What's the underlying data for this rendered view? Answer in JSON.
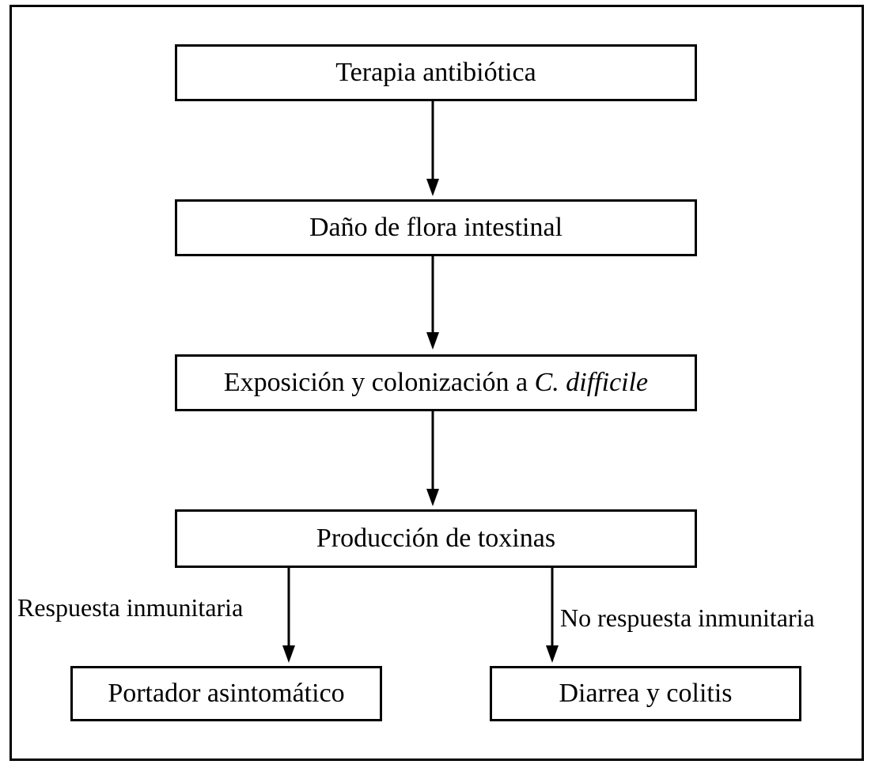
{
  "diagram": {
    "nodes": [
      {
        "id": "terapia",
        "text": "Terapia antibiótica"
      },
      {
        "id": "dano",
        "text": "Daño de flora intestinal"
      },
      {
        "id": "exposicion",
        "text": "Exposición y colonización a ",
        "italic": "C. difficile"
      },
      {
        "id": "produccion",
        "text": "Producción de toxinas"
      },
      {
        "id": "portador",
        "text": "Portador asintomático"
      },
      {
        "id": "diarrea",
        "text": "Diarrea y colitis"
      }
    ],
    "edges": [
      {
        "from": "terapia",
        "to": "dano",
        "label": ""
      },
      {
        "from": "dano",
        "to": "exposicion",
        "label": ""
      },
      {
        "from": "exposicion",
        "to": "produccion",
        "label": ""
      },
      {
        "from": "produccion",
        "to": "portador",
        "label": "Respuesta inmunitaria"
      },
      {
        "from": "produccion",
        "to": "diarrea",
        "label": "No respuesta inmunitaria"
      }
    ]
  }
}
